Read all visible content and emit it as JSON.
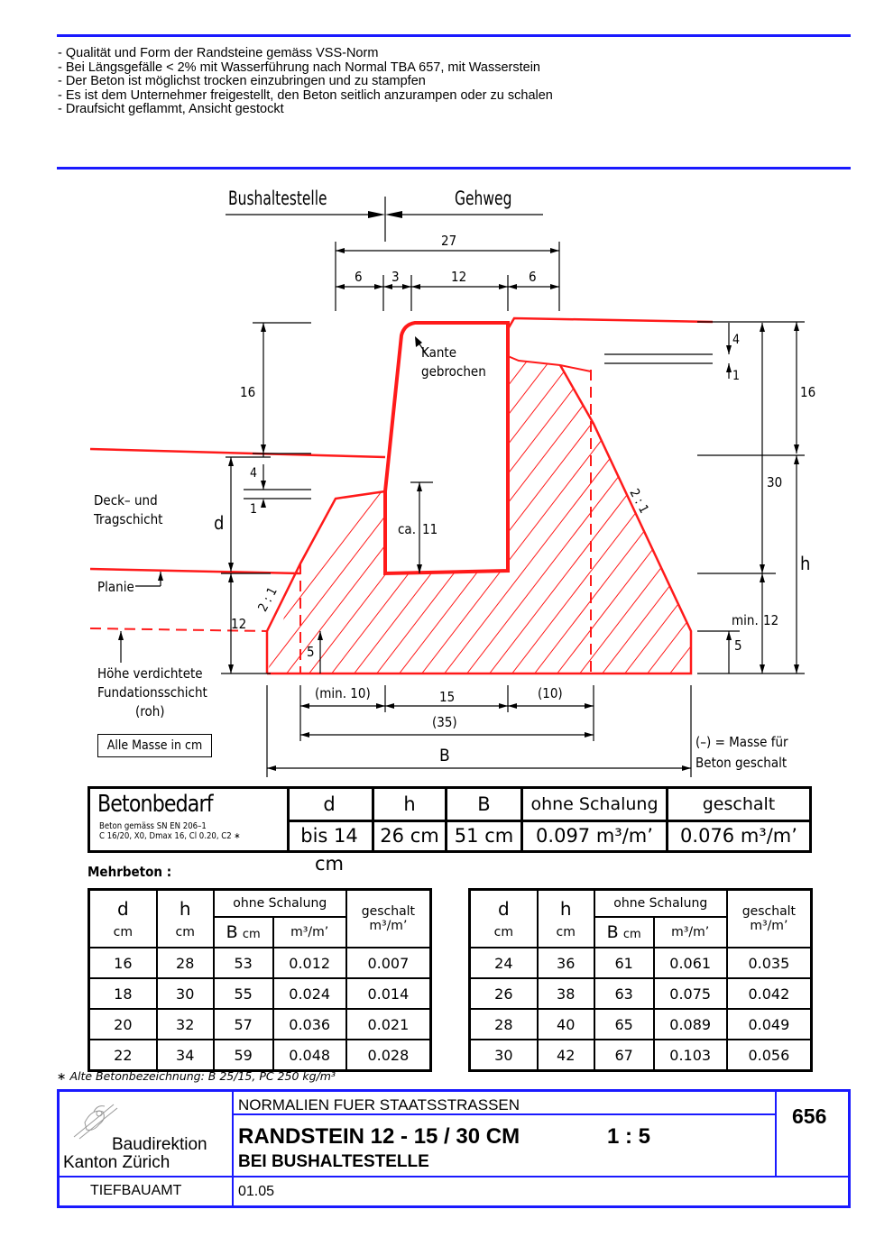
{
  "notes": [
    "-  Qualität und Form der Randsteine gemäss VSS-Norm",
    "-  Bei Längsgefälle < 2% mit Wasserführung nach Normal TBA 657, mit Wasserstein",
    "-  Der Beton ist möglichst trocken einzubringen und zu stampfen",
    "-  Es ist dem Unternehmer freigestellt, den Beton seitlich anzurampen oder zu schalen",
    "-  Draufsicht geflammt, Ansicht gestockt"
  ],
  "drawing": {
    "label_left": "Bushaltestelle",
    "label_right": "Gehweg",
    "dim_27": "27",
    "dim_6a": "6",
    "dim_3": "3",
    "dim_12top": "12",
    "dim_6b": "6",
    "kante_1": "Kante",
    "kante_2": "gebrochen",
    "dim_16_left": "16",
    "dim_4_left": "4",
    "dim_1_left": "1",
    "deck_1": "Deck– und",
    "deck_2": "Tragschicht",
    "label_d": "d",
    "planie": "Planie",
    "dim_12_left": "12",
    "slope_left": "2 : 1",
    "dim_5_left": "5",
    "hoehe_1": "Höhe verdichtete",
    "hoehe_2": "Fundationsschicht",
    "hoehe_3": "(roh)",
    "alle_masse": "Alle Masse in cm",
    "ca11_a": "ca.",
    "ca11_b": "11",
    "dim_min10": "(min. 10)",
    "dim_15": "15",
    "dim_10": "(10)",
    "dim_35": "(35)",
    "label_B": "B",
    "dim_4_right": "4",
    "dim_1_right": "1",
    "dim_16_right": "16",
    "dim_30": "30",
    "label_h": "h",
    "slope_right": "2 : 1",
    "min12_a": "min.",
    "min12_b": "12",
    "dim_5_right": "5",
    "geschalt_1": "(–) = Masse für",
    "geschalt_2": "Beton geschalt"
  },
  "betonbedarf": {
    "title": "Betonbedarf",
    "sub1": "Beton gemäss SN EN 206–1",
    "sub2": "C 16/20, X0, Dmax 16, Cl 0.20, C2 ∗",
    "headers": [
      "d",
      "h",
      "B",
      "ohne Schalung",
      "geschalt"
    ],
    "values": [
      "bis 14 cm",
      "26 cm",
      "51 cm",
      "0.097 m³/m’",
      "0.076 m³/m’"
    ]
  },
  "mehrbeton": {
    "title": "Mehrbeton :",
    "h_d": "d",
    "h_h": "h",
    "h_ohne": "ohne Schalung",
    "h_gesch": "geschalt",
    "u_cm": "cm",
    "u_B": "B",
    "u_bcm": "cm",
    "u_m3": "m³/m’",
    "left_rows": [
      [
        "16",
        "28",
        "53",
        "0.012",
        "0.007"
      ],
      [
        "18",
        "30",
        "55",
        "0.024",
        "0.014"
      ],
      [
        "20",
        "32",
        "57",
        "0.036",
        "0.021"
      ],
      [
        "22",
        "34",
        "59",
        "0.048",
        "0.028"
      ]
    ],
    "right_rows": [
      [
        "24",
        "36",
        "61",
        "0.061",
        "0.035"
      ],
      [
        "26",
        "38",
        "63",
        "0.075",
        "0.042"
      ],
      [
        "28",
        "40",
        "65",
        "0.089",
        "0.049"
      ],
      [
        "30",
        "42",
        "67",
        "0.103",
        "0.056"
      ]
    ]
  },
  "footnote": "∗ Alte Betonbezeichnung: B 25/15, PC 250 kg/m³",
  "titleblock": {
    "org1": "Baudirektion",
    "org2": "Kanton Zürich",
    "dept": "TIEFBAUAMT",
    "series": "NORMALIEN  FUER  STAATSSTRASSEN",
    "title": "RANDSTEIN 12 - 15 / 30 CM",
    "scale": "1 : 5",
    "subtitle": "BEI BUSHALTESTELLE",
    "number": "656",
    "date": "01.05"
  },
  "colors": {
    "accent_blue": "#1a1aff",
    "red": "#ff1a1a"
  }
}
